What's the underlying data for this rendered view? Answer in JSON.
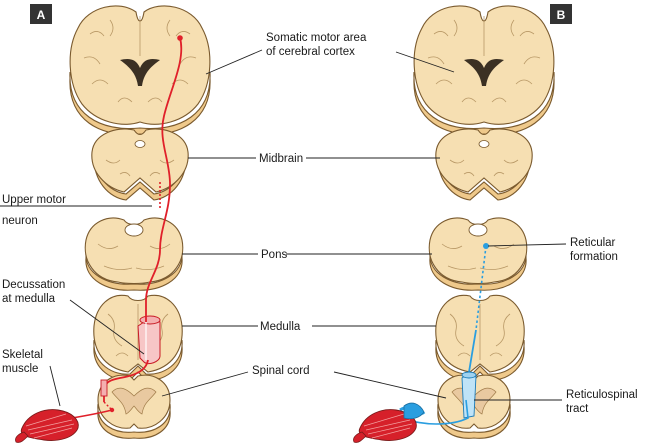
{
  "panels": {
    "left_letter": "A",
    "right_letter": "B"
  },
  "labels": {
    "somatic_motor_line1": "Somatic motor area",
    "somatic_motor_line2": "of cerebral cortex",
    "midbrain": "Midbrain",
    "pons": "Pons",
    "medulla": "Medulla",
    "spinal_cord": "Spinal cord",
    "upper_motor_line1": "Upper motor",
    "upper_motor_line2": "neuron",
    "decussation_line1": "Decussation",
    "decussation_line2": "at medulla",
    "skeletal_line1": "Skeletal",
    "skeletal_line2": "muscle",
    "reticular_line1": "Reticular",
    "reticular_line2": "formation",
    "reticulospinal_line1": "Reticulospinal",
    "reticulospinal_line2": "tract"
  },
  "colors": {
    "corticospinal_pathway": "#e0202a",
    "reticulospinal_pathway": "#2a9ee0",
    "panel_badge": "#333333",
    "tissue": "#f6dfb2"
  }
}
